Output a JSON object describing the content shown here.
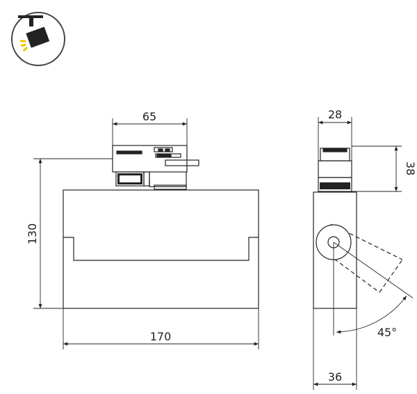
{
  "icon": {
    "name": "adjustable-spotlight-icon"
  },
  "dimensions": {
    "front_mount_width": "65",
    "front_height": "130",
    "front_width": "170",
    "side_mount_width": "28",
    "side_mount_height": "38",
    "side_width": "36",
    "tilt_angle": "45°"
  },
  "colors": {
    "line": "#222222",
    "icon_circle": "#444444",
    "icon_accent": "#f2c200"
  }
}
